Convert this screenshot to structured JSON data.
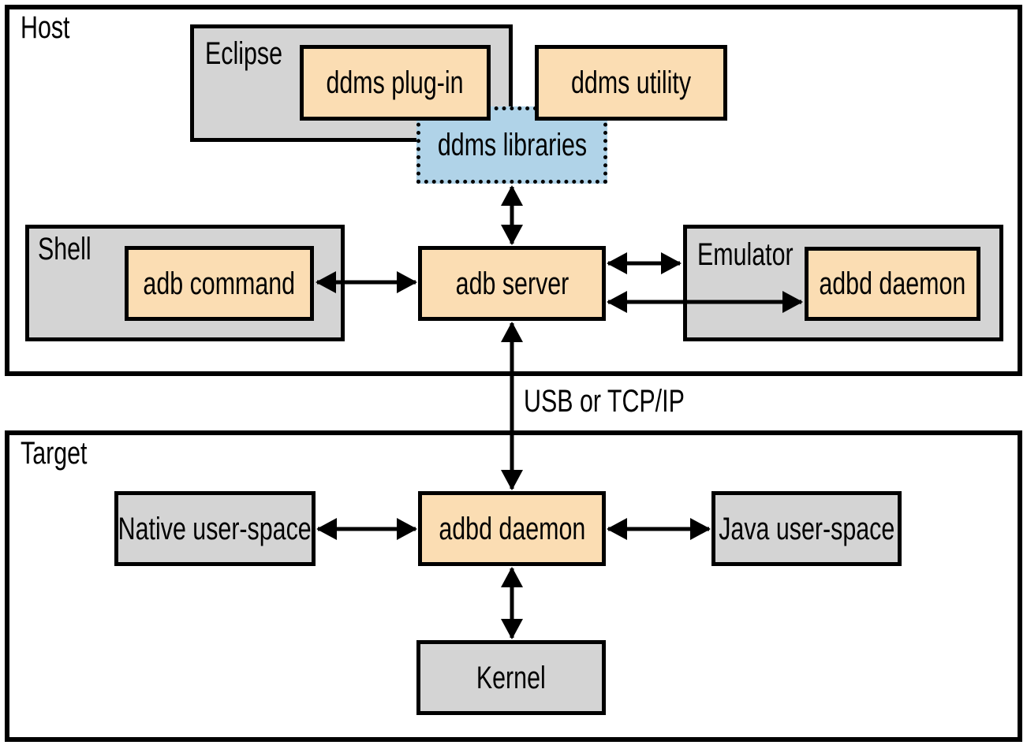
{
  "diagram": {
    "host": {
      "label": "Host",
      "eclipse": {
        "label": "Eclipse",
        "ddms_plugin": "ddms plug-in"
      },
      "ddms_utility": "ddms utility",
      "ddms_libraries": "ddms libraries",
      "shell": {
        "label": "Shell",
        "adb_command": "adb command"
      },
      "adb_server": "adb server",
      "emulator": {
        "label": "Emulator",
        "adbd_daemon": "adbd daemon"
      }
    },
    "link_label": "USB or TCP/IP",
    "target": {
      "label": "Target",
      "native_user_space": "Native user-space",
      "adbd_daemon": "adbd daemon",
      "java_user_space": "Java user-space",
      "kernel": "Kernel"
    },
    "connections": [
      {
        "from": "ddms libraries",
        "to": "adb server",
        "type": "bidirectional"
      },
      {
        "from": "adb command",
        "to": "adb server",
        "type": "bidirectional"
      },
      {
        "from": "adb server",
        "to": "Emulator",
        "type": "bidirectional"
      },
      {
        "from": "adb server",
        "to": "adbd daemon (emulator)",
        "type": "bidirectional"
      },
      {
        "from": "adb server",
        "to": "adbd daemon (target)",
        "type": "bidirectional",
        "label": "USB or TCP/IP"
      },
      {
        "from": "Native user-space",
        "to": "adbd daemon (target)",
        "type": "bidirectional"
      },
      {
        "from": "adbd daemon (target)",
        "to": "Java user-space",
        "type": "bidirectional"
      },
      {
        "from": "adbd daemon (target)",
        "to": "Kernel",
        "type": "bidirectional"
      }
    ],
    "colors": {
      "process_fill": "#FBDDB3",
      "container_fill": "#D4D4D4",
      "libraries_fill": "#B0D3E8",
      "line": "#000000"
    }
  }
}
